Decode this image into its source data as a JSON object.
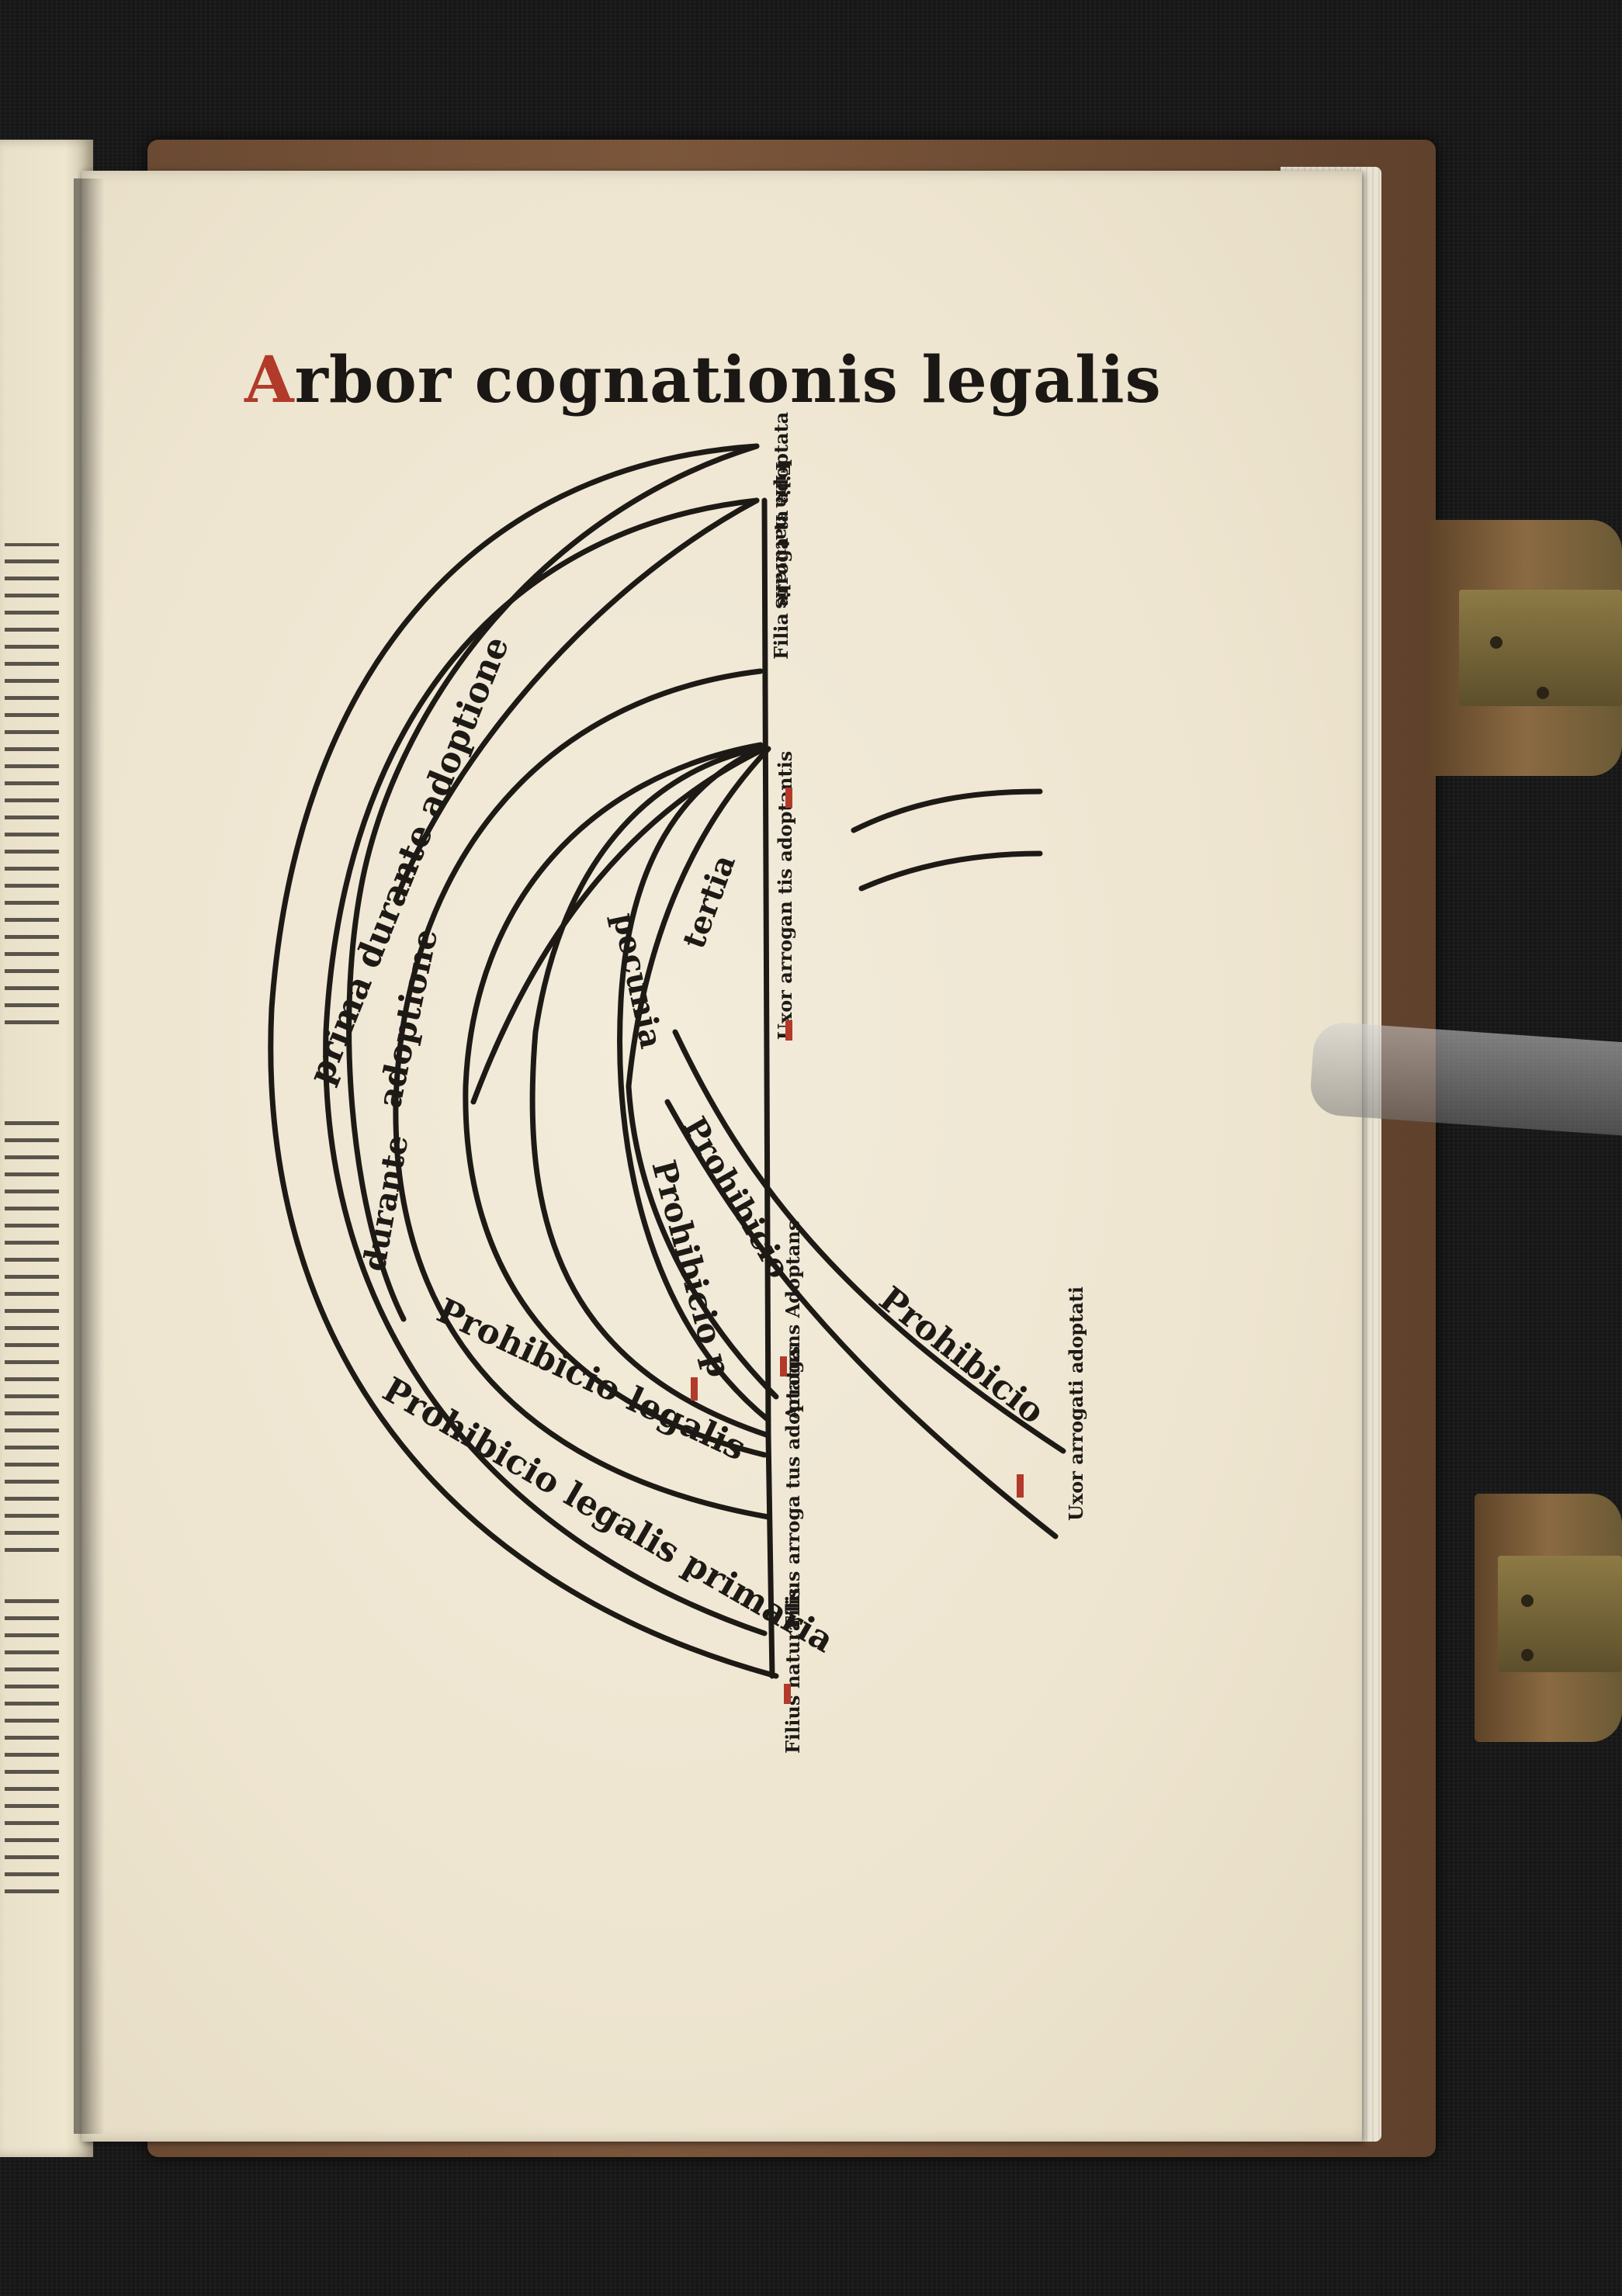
{
  "title": "Arbor cognationis legalis",
  "title_initial": "A",
  "title_rest": "rbor cognationis legalis",
  "band_labels": {
    "prima_adoptione": "prima durante adoptione",
    "adoptione": "adoptione",
    "durante": "durante",
    "prohibicio_legalis": "Prohibicio legalis",
    "prohibicio_legalis_primaria": "Prohibicio legalis primaria",
    "prohibicio_p": "Prohibicio p",
    "prohibicio": "Prohibicio",
    "prohibicio_right": "Prohibicio",
    "pecuniaria": "pecunia",
    "tertia": "tertia"
  },
  "node_labels": {
    "filia_naturalis": "Filia naturalis",
    "filia_arrogata": "Filia arroga ta adoptata",
    "uxor_arrogantis": "Uxor arrogan tis adoptantis",
    "arrogans_adoptans": "Arrogans Adoptans",
    "filius_arrogatus": "Filius arroga tus adoptatus",
    "filius_naturalis": "Filius natura lis",
    "uxor_arrogati": "Uxor arrogati adoptati"
  },
  "colors": {
    "ink": "#1d1a16",
    "rubric": "#b23a2a",
    "paper": "#efe7d3"
  }
}
